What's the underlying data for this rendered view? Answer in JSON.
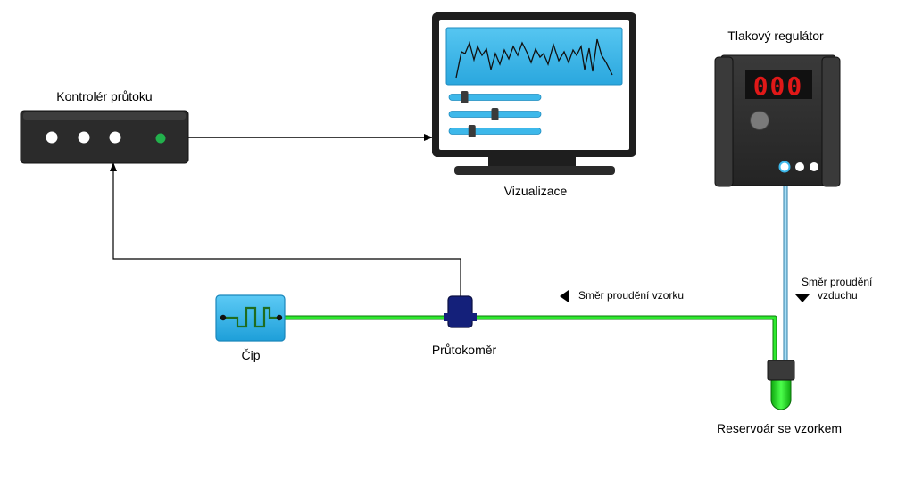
{
  "labels": {
    "flow_controller": "Kontrolér průtoku",
    "visualization": "Vizualizace",
    "pressure_regulator": "Tlakový regulátor",
    "chip": "Čip",
    "flow_meter": "Průtokoměr",
    "sample_flow_direction": "Směr proudění vzorku",
    "air_flow_direction_line1": "Směr proudění",
    "air_flow_direction_line2": "vzduchu",
    "sample_reservoir": "Reservoár se vzorkem"
  },
  "regulator_display": "000",
  "colors": {
    "device_dark": "#2b2b2b",
    "screen_blue": "#3db8ea",
    "slider_blue": "#3db8ea",
    "sample_tube_green": "#22dd22",
    "air_tube_blue": "#9fd8f2",
    "chip_blue": "#35b5ec",
    "flow_meter_navy": "#14207a",
    "led_white": "#ffffff",
    "led_green": "#22b14c",
    "display_red": "#e01818"
  },
  "icons": {
    "sample_direction_arrow": "triangle-left-icon",
    "air_direction_arrow": "triangle-down-icon"
  },
  "visualization_sliders": [
    0.17,
    0.5,
    0.25
  ]
}
